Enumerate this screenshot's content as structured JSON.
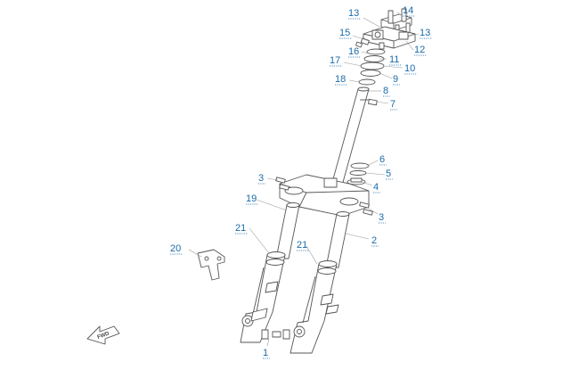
{
  "diagram": {
    "callouts": [
      "13",
      "14",
      "15",
      "13",
      "16",
      "12",
      "11",
      "17",
      "10",
      "9",
      "18",
      "8",
      "7",
      "6",
      "5",
      "3",
      "4",
      "19",
      "3",
      "21",
      "2",
      "20",
      "21",
      "1"
    ],
    "fwd_label": "FWD"
  }
}
